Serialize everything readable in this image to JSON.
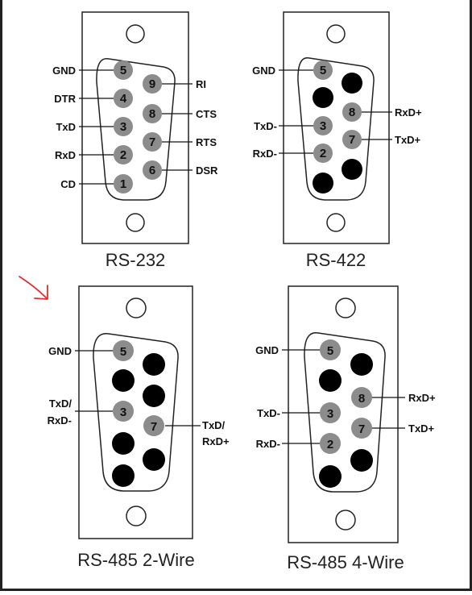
{
  "colors": {
    "pin_used": "#8c8c8c",
    "pin_unused": "#000000",
    "annotation_arrow": "#e03030"
  },
  "diagrams": [
    {
      "title": "RS-232",
      "pins": [
        {
          "num": "5",
          "label": "GND"
        },
        {
          "num": "4",
          "label": "DTR"
        },
        {
          "num": "3",
          "label": "TxD"
        },
        {
          "num": "2",
          "label": "RxD"
        },
        {
          "num": "1",
          "label": "CD"
        },
        {
          "num": "9",
          "label": "RI"
        },
        {
          "num": "8",
          "label": "CTS"
        },
        {
          "num": "7",
          "label": "RTS"
        },
        {
          "num": "6",
          "label": "DSR"
        }
      ]
    },
    {
      "title": "RS-422",
      "pins": [
        {
          "num": "5",
          "label": "GND"
        },
        {
          "num": "3",
          "label": "TxD-"
        },
        {
          "num": "2",
          "label": "RxD-"
        },
        {
          "num": "8",
          "label": "RxD+"
        },
        {
          "num": "7",
          "label": "TxD+"
        }
      ]
    },
    {
      "title": "RS-485 2-Wire",
      "pins": [
        {
          "num": "5",
          "label": "GND"
        },
        {
          "num": "3",
          "label_line1": "TxD/",
          "label_line2": "RxD-"
        },
        {
          "num": "7",
          "label_line1": "TxD/",
          "label_line2": "RxD+"
        }
      ]
    },
    {
      "title": "RS-485 4-Wire",
      "pins": [
        {
          "num": "5",
          "label": "GND"
        },
        {
          "num": "3",
          "label": "TxD-"
        },
        {
          "num": "2",
          "label": "RxD-"
        },
        {
          "num": "8",
          "label": "RxD+"
        },
        {
          "num": "7",
          "label": "TxD+"
        }
      ]
    }
  ]
}
